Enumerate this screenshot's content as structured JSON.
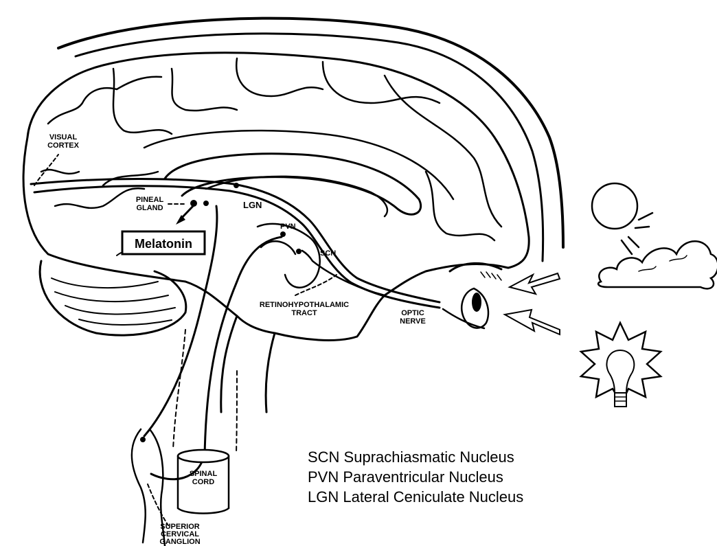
{
  "labels": {
    "visual_cortex": [
      "VISUAL",
      "CORTEX"
    ],
    "pineal_gland": [
      "PINEAL",
      "GLAND"
    ],
    "melatonin": "Melatonin",
    "lgn": "LGN",
    "pvn": "PVN",
    "scn": "SCN",
    "retinohypothalamic_tract": [
      "RETINOHYPOTHALAMIC",
      "TRACT"
    ],
    "optic_nerve": [
      "OPTIC",
      "NERVE"
    ],
    "spinal_cord": [
      "SPINAL",
      "CORD"
    ],
    "superior_cervical_ganglion": [
      "SUPERIOR",
      "CERVICAL",
      "GANGLION"
    ]
  },
  "legend": [
    "SCN Suprachiasmatic Nucleus",
    "PVN Paraventricular Nucleus",
    "LGN Lateral Ceniculate Nucleus"
  ],
  "icons": [
    "sun-icon",
    "cloud-icon",
    "lightbulb-icon",
    "eye-icon",
    "light-arrow-icon"
  ]
}
